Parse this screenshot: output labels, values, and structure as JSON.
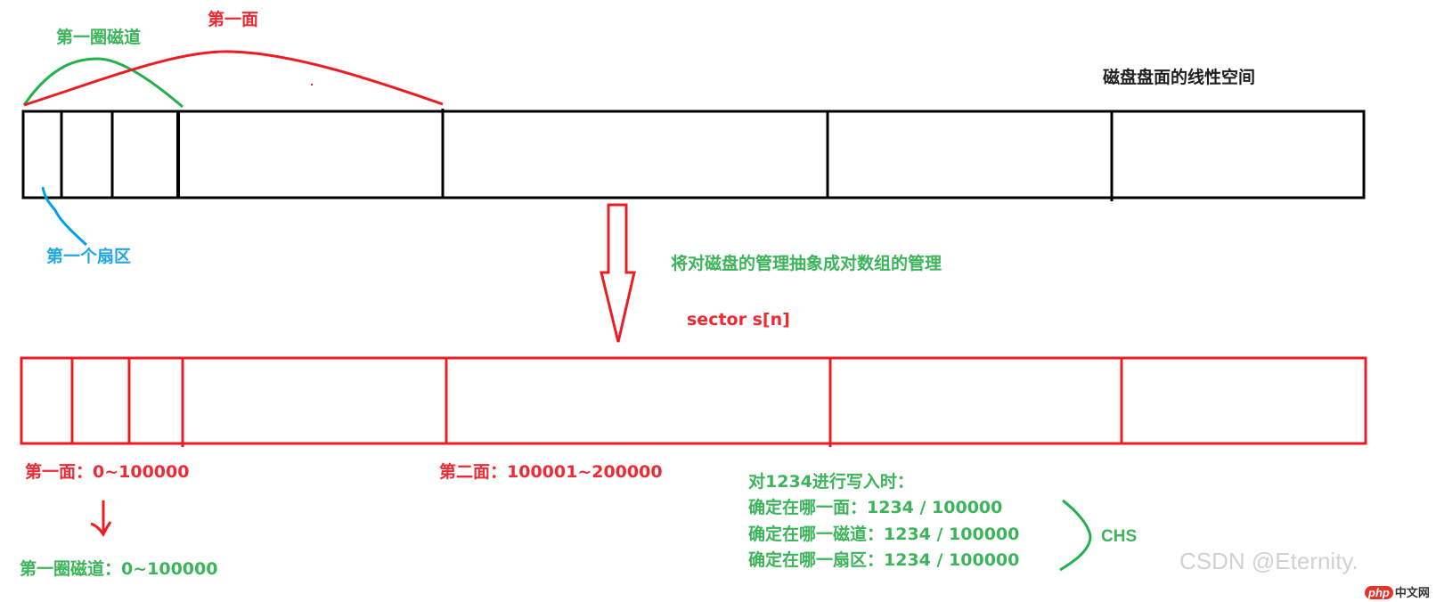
{
  "diagram": {
    "title": "磁盘盘面的线性空间",
    "colors": {
      "black": "#000000",
      "red": "#ed1c24",
      "green": "#22b14c",
      "blue": "#00a2e8",
      "text_green": "#3cb55a",
      "text_red": "#ee2b35",
      "watermark": "#cfcfcf"
    },
    "disk_strip": {
      "label_face": "第一面",
      "label_track": "第一圈磁道",
      "label_sector": "第一个扇区",
      "cells_x": [
        26,
        69,
        126,
        200,
        497,
        929,
        1248,
        1531
      ]
    },
    "transform": {
      "arrow": "down-arrow",
      "caption": "将对磁盘的管理抽象成对数组的管理",
      "code": "sector s[n]"
    },
    "array_strip": {
      "cells_x": [
        24,
        81,
        145,
        205,
        501,
        932,
        1259,
        1533
      ]
    },
    "ranges": {
      "face1": "第一面：0~100000",
      "face2": "第二面：100001~200000",
      "track1": "第一圈磁道：0~100000"
    },
    "example": {
      "heading": "对1234进行写入时：",
      "lines": [
        "确定在哪一面：1234 / 100000",
        "确定在哪一磁道：1234 / 100000",
        "确定在哪一扇区：1234 / 100000"
      ],
      "brace_label": "CHS"
    },
    "watermark": {
      "csdn": "CSDN @Eternity.",
      "php_badge": "php",
      "php_site": "中文网"
    }
  }
}
